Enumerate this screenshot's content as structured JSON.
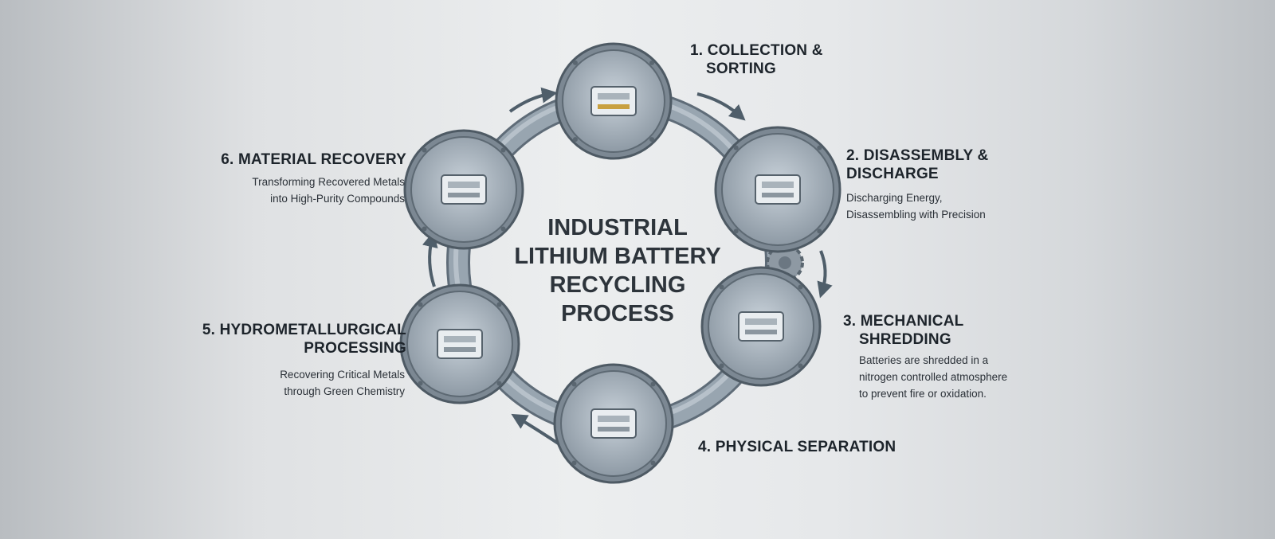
{
  "title": "INDUSTRIAL LITHIUM BATTERY RECYCLING PROCESS",
  "steps": [
    {
      "title": "1. COLLECTION &",
      "title2": "SORTING",
      "desc": "",
      "icon": "battery-bin-icon"
    },
    {
      "title": "2. DISASSEMBLY &",
      "title2": "DISCHARGE",
      "desc": "Discharging Energy,",
      "desc2": "Disassembling with Precision",
      "icon": "hands-disassembly-icon"
    },
    {
      "title": "3. MECHANICAL",
      "title2": "SHREDDING",
      "desc": "Batteries are shredded in a",
      "desc2": "nitrogen controlled atmosphere",
      "desc3": "to prevent fire or oxidation.",
      "icon": "shredder-icon"
    },
    {
      "title": "4. PHYSICAL SEPARATION",
      "icon": "separator-icon"
    },
    {
      "title": "5. HYDROMETALLURGICAL",
      "title2": "PROCESSING",
      "desc": "Recovering Critical Metals",
      "desc2": "through Green Chemistry",
      "icon": "reactor-tanks-icon"
    },
    {
      "title": "6. MATERIAL RECOVERY",
      "desc": "Transforming Recovered Metals",
      "desc2": "into High-Purity Compounds",
      "icon": "filter-press-icon"
    }
  ],
  "colors": {
    "pipe": "#7d8a96",
    "arrow": "#4f5e6a",
    "text": "#1d242b"
  }
}
